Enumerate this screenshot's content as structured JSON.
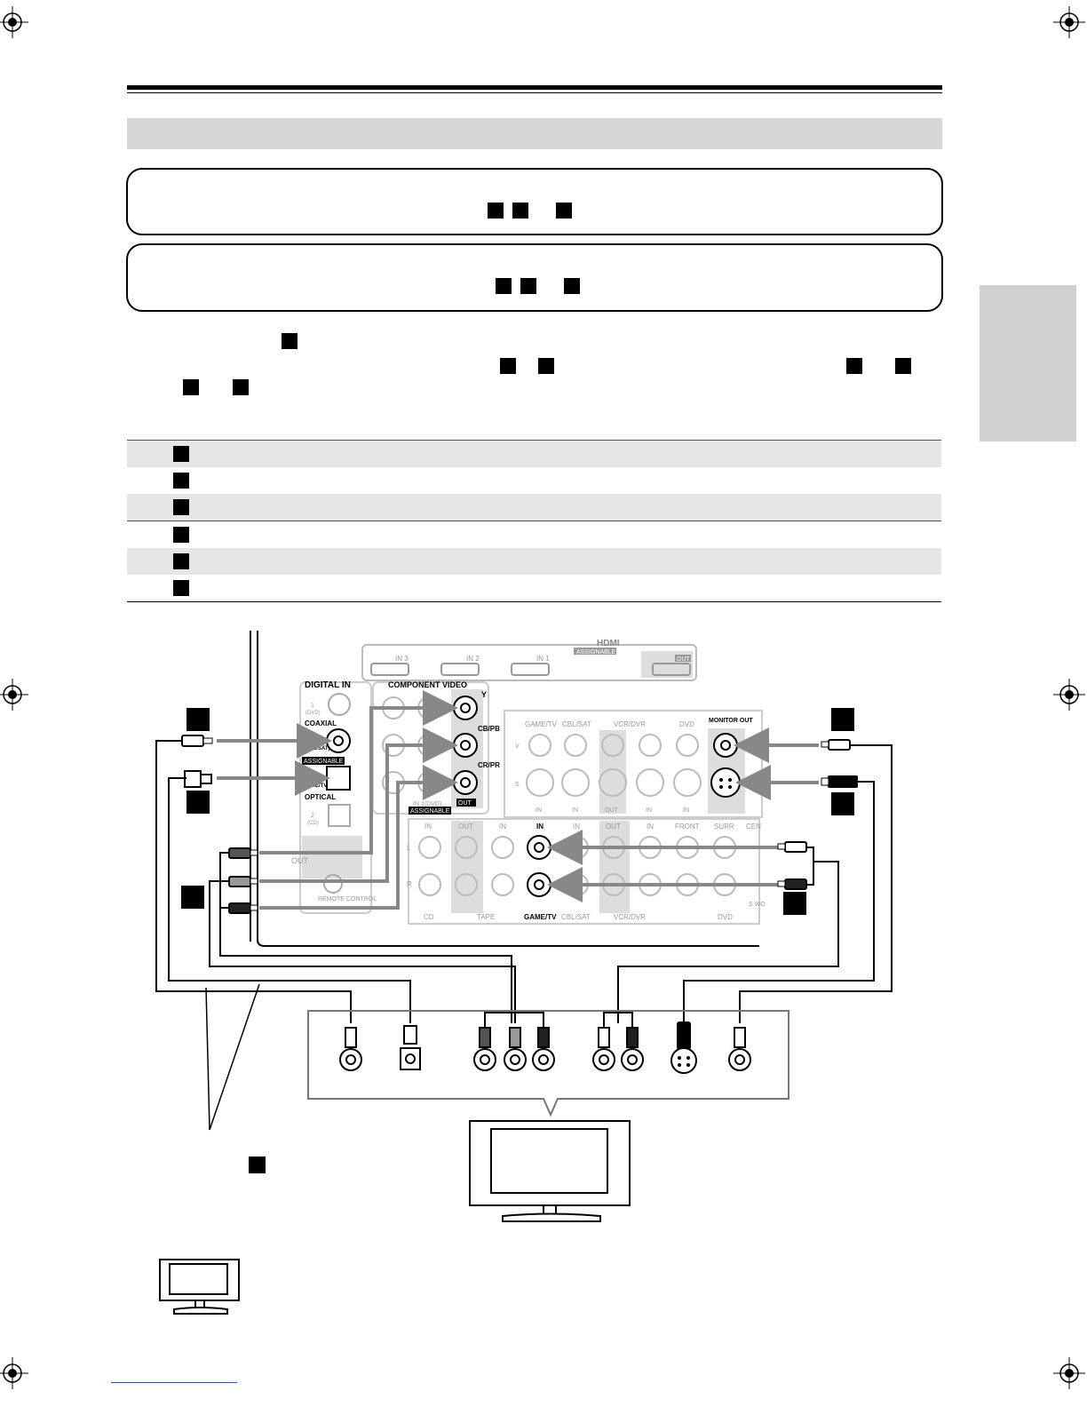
{
  "diagram": {
    "hdmi": {
      "title": "HDMI",
      "badge": "ASSIGNABLE",
      "ports": [
        "IN 3",
        "IN 2",
        "IN 1"
      ],
      "out": "OUT"
    },
    "digital_in": {
      "title": "DIGITAL IN",
      "coax_1": "1",
      "coax_1_sub": "(DVD)",
      "coaxial": "COAXIAL",
      "coax_2_sub": "(CBL/SAT)",
      "assignable": "ASSIGNABLE",
      "optical_1_sub": "GAME/TV",
      "optical": "OPTICAL",
      "optical_2": "2",
      "optical_2_sub": "(CD)"
    },
    "component": {
      "title": "COMPONENT VIDEO",
      "y": "Y",
      "cb": "CB/PB",
      "cr": "CR/PR",
      "in1": "IN 1(DVD)",
      "assignable": "ASSIGNABLE",
      "out": "OUT"
    },
    "video": {
      "groups": [
        "GAME/TV",
        "CBL/SAT",
        "VCR/DVR",
        "DVD"
      ],
      "monitor_out": "MONITOR OUT",
      "v": "V",
      "s": "S",
      "in": "IN",
      "out": "OUT"
    },
    "audio": {
      "headers": [
        "IN",
        "OUT",
        "IN",
        "IN",
        "IN",
        "OUT",
        "IN",
        "FRONT",
        "SURR",
        "CEN"
      ],
      "l": "L",
      "r": "R",
      "bottom": [
        "CD",
        "TAPE",
        "GAME/TV",
        "CBL/SAT",
        "VCR/DVR",
        "DVD"
      ],
      "sub": "S WO",
      "remote": "REMOTE CONTROL",
      "out_label": "OUT"
    }
  }
}
